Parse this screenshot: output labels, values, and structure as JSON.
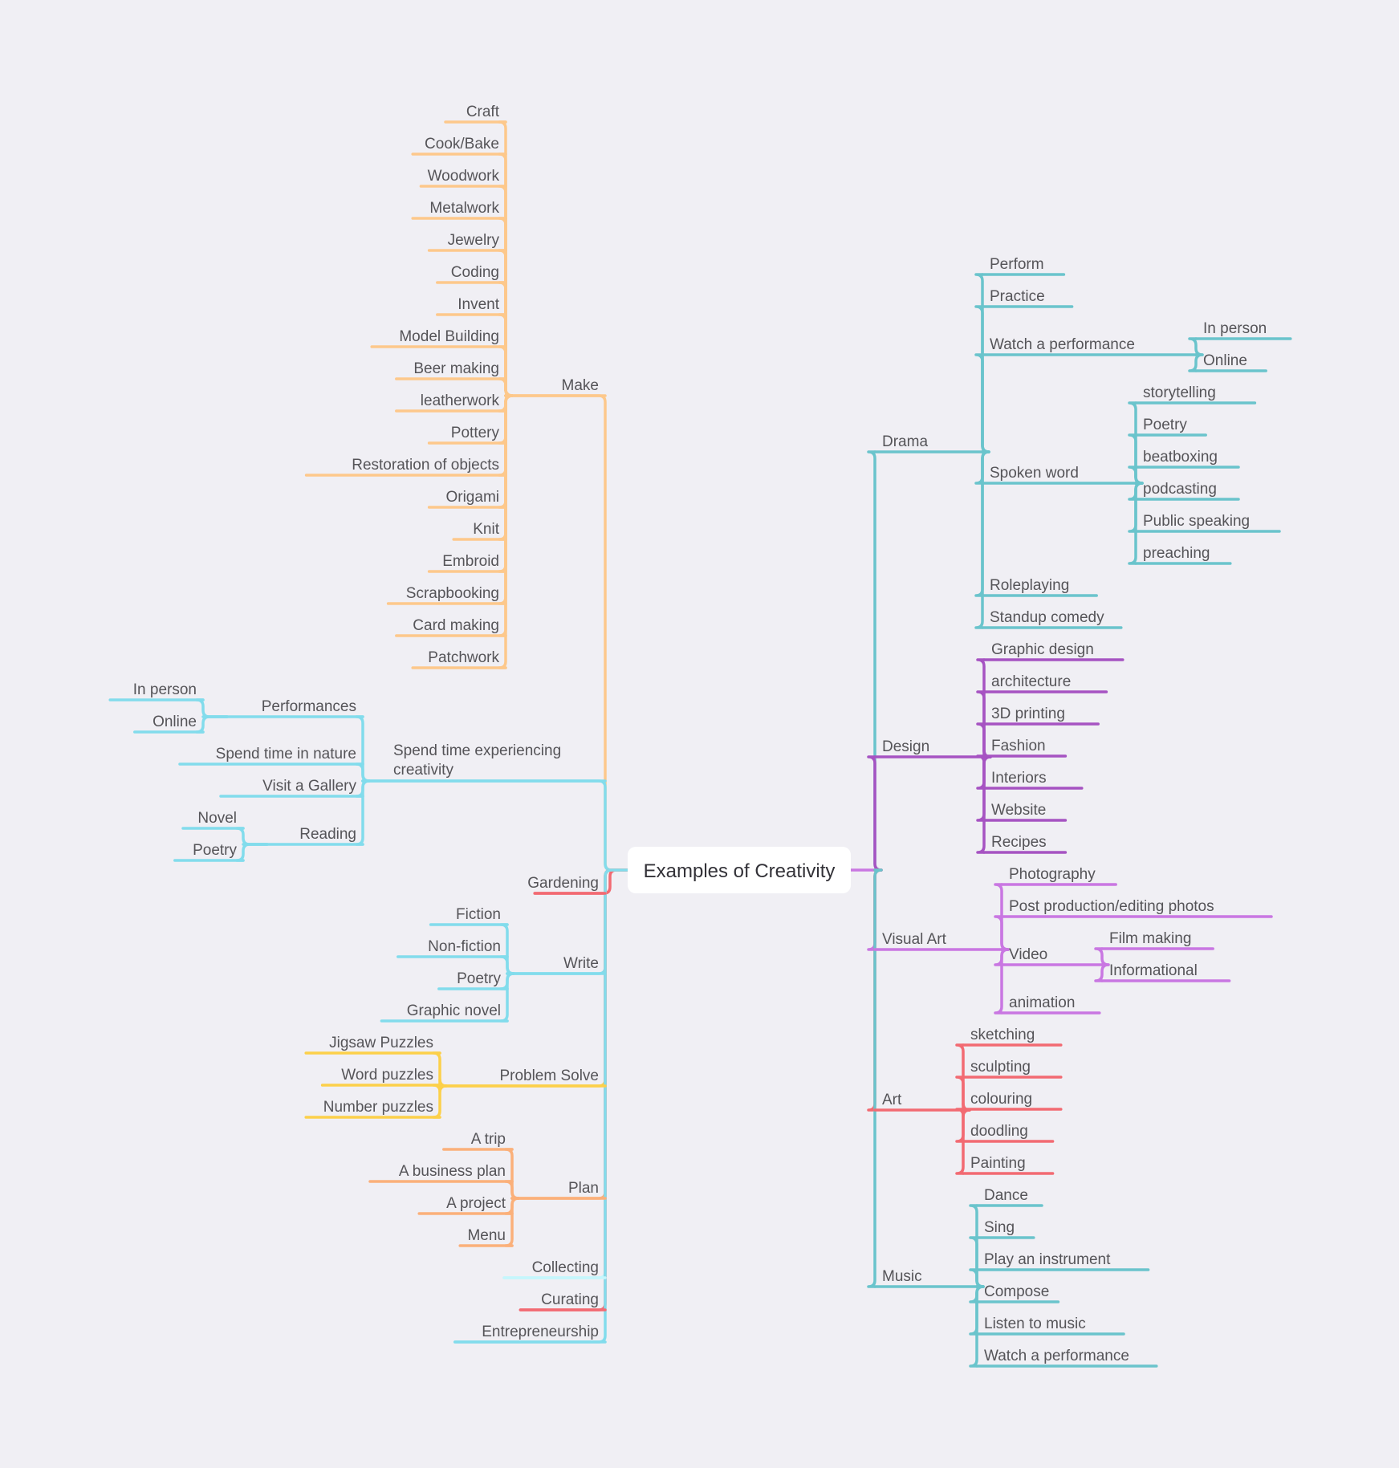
{
  "title": "Examples of Creativity",
  "colors": {
    "background": "#f0eff4",
    "make": "#fdc88b",
    "experience": "#82dcec",
    "gardening": "#f26a72",
    "write": "#82dcec",
    "problem_solve": "#fcd04a",
    "plan": "#fbb07a",
    "collecting": "#c5f6fc",
    "curating": "#f26a72",
    "entrepreneurship": "#82dcec",
    "drama": "#6ac4cc",
    "design": "#a653c2",
    "visual_art": "#c977e2",
    "art": "#f26a72",
    "music": "#6ac4cc"
  },
  "right": [
    {
      "label": "Drama",
      "color_key": "drama",
      "children": [
        {
          "label": "Perform"
        },
        {
          "label": "Practice"
        },
        {
          "label": "Watch a performance",
          "children": [
            {
              "label": "In person"
            },
            {
              "label": "Online"
            }
          ]
        },
        {
          "label": "Spoken word",
          "children": [
            {
              "label": "storytelling"
            },
            {
              "label": "Poetry"
            },
            {
              "label": "beatboxing"
            },
            {
              "label": "podcasting"
            },
            {
              "label": "Public speaking"
            },
            {
              "label": "preaching"
            }
          ]
        },
        {
          "label": "Roleplaying"
        },
        {
          "label": "Standup comedy"
        }
      ]
    },
    {
      "label": "Design",
      "color_key": "design",
      "children": [
        {
          "label": "Graphic design"
        },
        {
          "label": "architecture"
        },
        {
          "label": "3D printing"
        },
        {
          "label": "Fashion"
        },
        {
          "label": "Interiors"
        },
        {
          "label": "Website"
        },
        {
          "label": "Recipes"
        }
      ]
    },
    {
      "label": "Visual Art",
      "color_key": "visual_art",
      "children": [
        {
          "label": "Photography"
        },
        {
          "label": "Post production/editing photos"
        },
        {
          "label": "Video",
          "children": [
            {
              "label": "Film making"
            },
            {
              "label": "Informational"
            }
          ]
        },
        {
          "label": "animation"
        }
      ]
    },
    {
      "label": "Art",
      "color_key": "art",
      "children": [
        {
          "label": "sketching"
        },
        {
          "label": "sculpting"
        },
        {
          "label": "colouring"
        },
        {
          "label": "doodling"
        },
        {
          "label": "Painting"
        }
      ]
    },
    {
      "label": "Music",
      "color_key": "music",
      "children": [
        {
          "label": "Dance"
        },
        {
          "label": "Sing"
        },
        {
          "label": "Play an instrument"
        },
        {
          "label": "Compose"
        },
        {
          "label": "Listen to music"
        },
        {
          "label": "Watch a performance"
        }
      ]
    }
  ],
  "left": [
    {
      "label": "Make",
      "color_key": "make",
      "children": [
        {
          "label": "Craft"
        },
        {
          "label": "Cook/Bake"
        },
        {
          "label": "Woodwork"
        },
        {
          "label": "Metalwork"
        },
        {
          "label": "Jewelry"
        },
        {
          "label": "Coding"
        },
        {
          "label": "Invent"
        },
        {
          "label": "Model Building"
        },
        {
          "label": "Beer making"
        },
        {
          "label": "leatherwork"
        },
        {
          "label": "Pottery"
        },
        {
          "label": "Restoration of objects"
        },
        {
          "label": "Origami"
        },
        {
          "label": "Knit"
        },
        {
          "label": "Embroid"
        },
        {
          "label": "Scrapbooking"
        },
        {
          "label": "Card making"
        },
        {
          "label": "Patchwork"
        }
      ]
    },
    {
      "label": "Spend time experiencing creativity",
      "color_key": "experience",
      "children": [
        {
          "label": "Performances",
          "children": [
            {
              "label": "In person"
            },
            {
              "label": "Online"
            }
          ]
        },
        {
          "label": "Spend time in nature"
        },
        {
          "label": "Visit a Gallery"
        },
        {
          "label": "Reading",
          "children": [
            {
              "label": "Novel"
            },
            {
              "label": "Poetry"
            }
          ]
        }
      ]
    },
    {
      "label": "Gardening",
      "color_key": "gardening"
    },
    {
      "label": "Write",
      "color_key": "write",
      "children": [
        {
          "label": "Fiction"
        },
        {
          "label": "Non-fiction"
        },
        {
          "label": "Poetry"
        },
        {
          "label": "Graphic novel"
        }
      ]
    },
    {
      "label": "Problem Solve",
      "color_key": "problem_solve",
      "children": [
        {
          "label": "Jigsaw Puzzles"
        },
        {
          "label": "Word puzzles"
        },
        {
          "label": "Number puzzles"
        }
      ]
    },
    {
      "label": "Plan",
      "color_key": "plan",
      "children": [
        {
          "label": "A trip"
        },
        {
          "label": "A business plan"
        },
        {
          "label": "A project"
        },
        {
          "label": "Menu"
        }
      ]
    },
    {
      "label": "Collecting",
      "color_key": "collecting"
    },
    {
      "label": "Curating",
      "color_key": "curating"
    },
    {
      "label": "Entrepreneurship",
      "color_key": "entrepreneurship"
    }
  ]
}
